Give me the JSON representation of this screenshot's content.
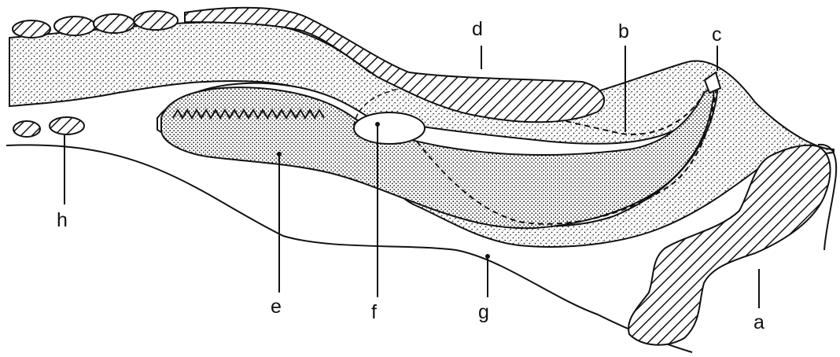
{
  "labels": {
    "a": "a",
    "b": "b",
    "c": "c",
    "d": "d",
    "e": "e",
    "f": "f",
    "g": "g",
    "h": "h"
  },
  "colors": {
    "ink": "#111111",
    "paper": "#ffffff"
  }
}
